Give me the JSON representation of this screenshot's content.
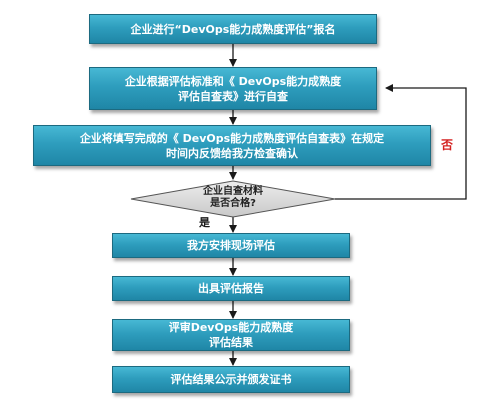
{
  "steps": [
    {
      "text": "企业进行“DevOps能力成熟度评估”报名"
    },
    {
      "text": "企业根据评估标准和《 DevOps能力成熟度\n评估自查表》进行自查"
    },
    {
      "text": "企业将填写完成的《 DevOps能力成熟度评估自查表》在规定\n时间内反馈给我方检查确认"
    },
    {
      "text": "我方安排现场评估"
    },
    {
      "text": "出具评估报告"
    },
    {
      "text": "评审DevOps能力成熟度\n评估结果"
    },
    {
      "text": "评估结果公示并颁发证书"
    }
  ],
  "decision": {
    "text": "企业自查材料\n是否合格?"
  },
  "branches": {
    "yes": "是",
    "no": "否"
  },
  "colors": {
    "box_top": "#47b8d4",
    "box_bottom": "#1f86a6",
    "arrow": "#1a1a1a",
    "diamond_fill": "#dcdcdc",
    "no_label": "#d42020"
  }
}
